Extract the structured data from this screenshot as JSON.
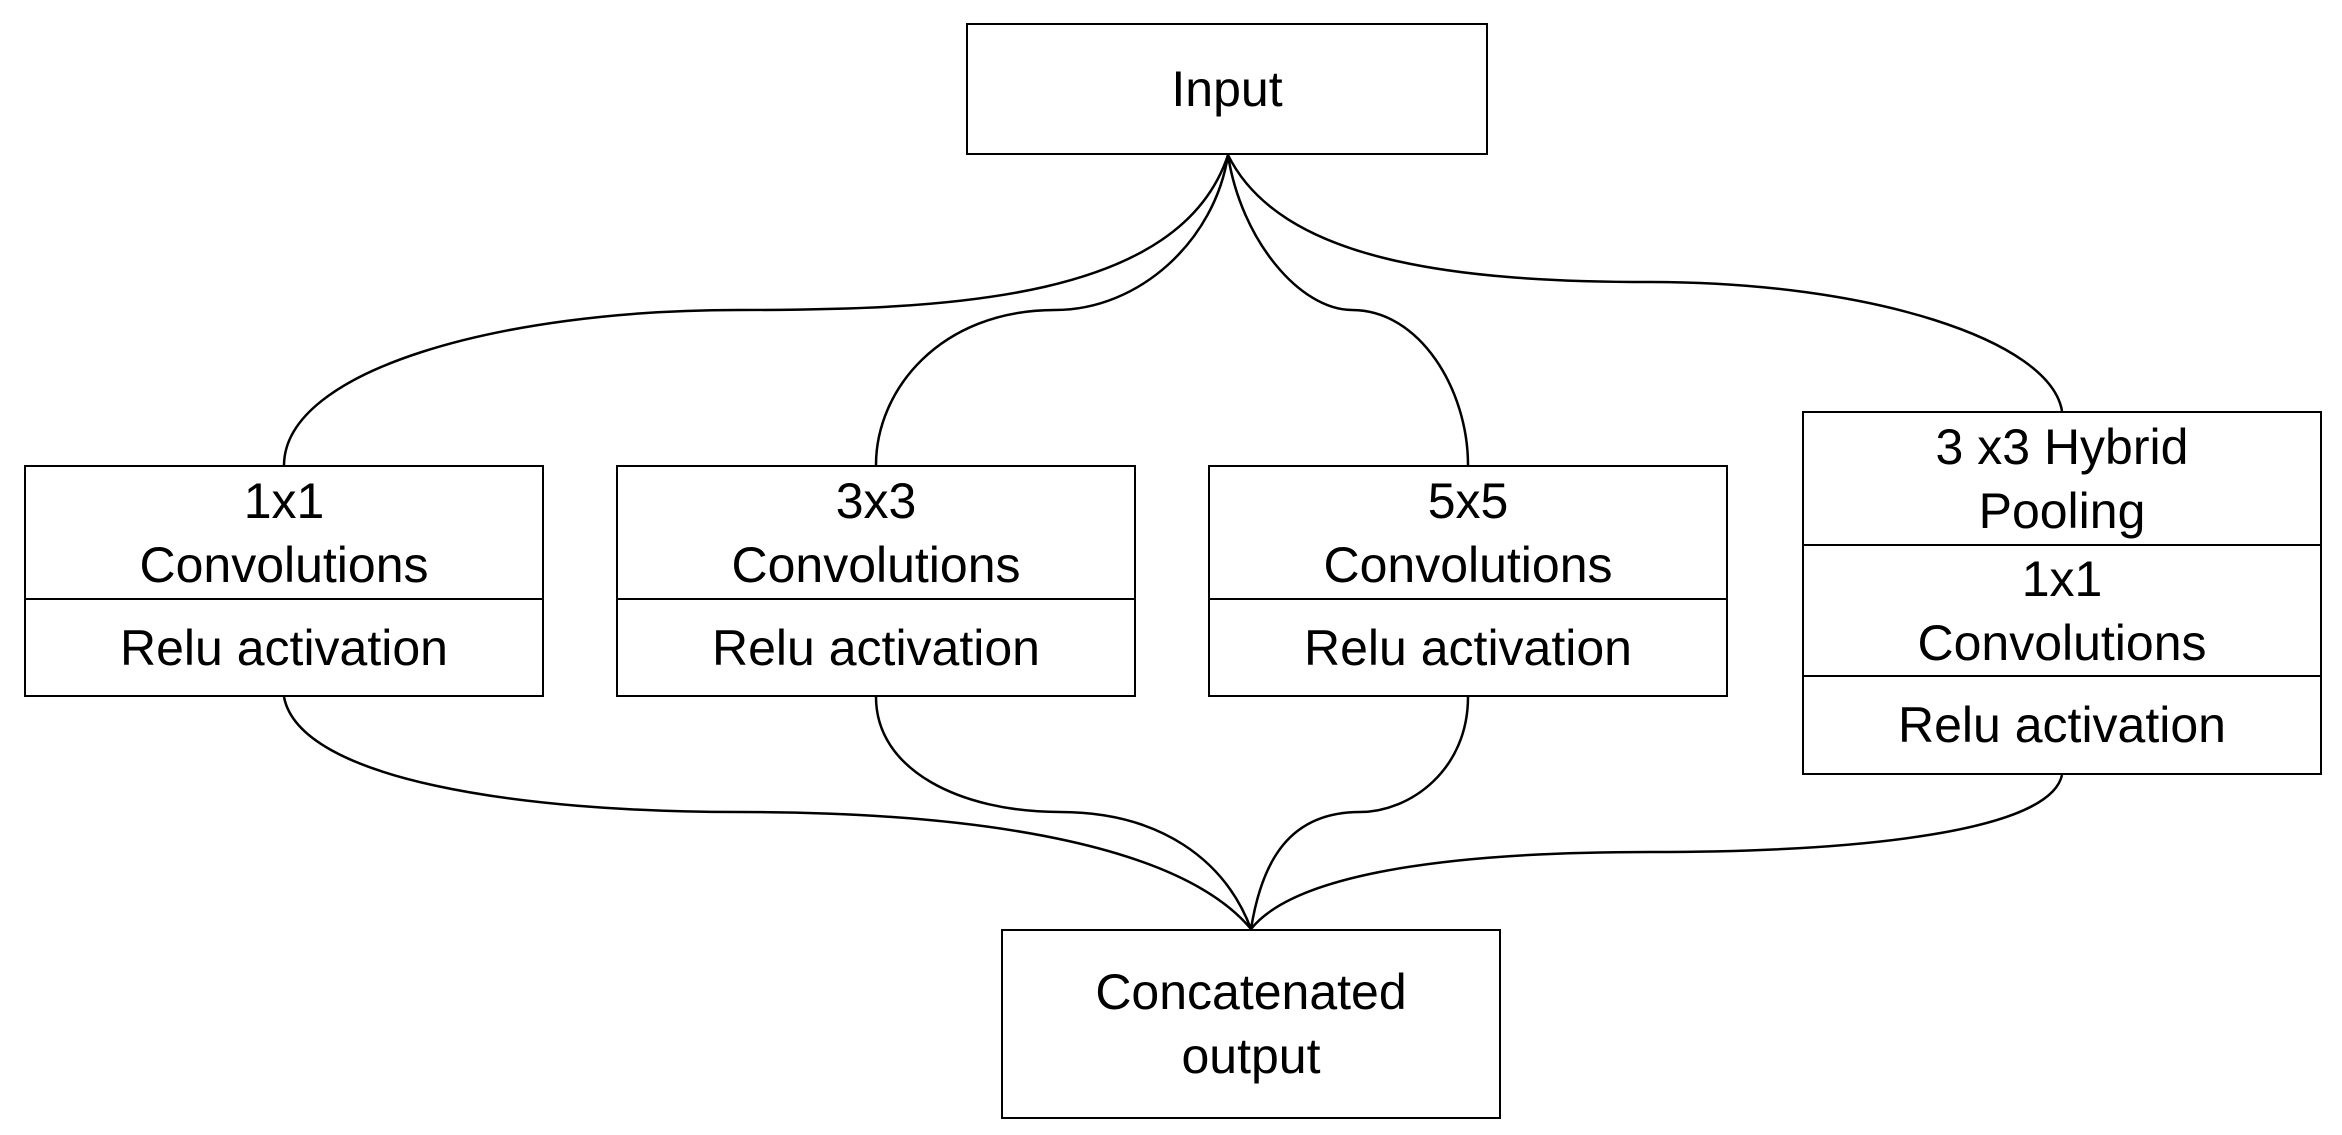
{
  "input": {
    "label": "Input"
  },
  "branches": [
    {
      "id": "conv1",
      "sections": [
        {
          "lines": [
            "1x1",
            "Convolutions"
          ]
        },
        {
          "lines": [
            "Relu activation"
          ]
        }
      ]
    },
    {
      "id": "conv3",
      "sections": [
        {
          "lines": [
            "3x3",
            "Convolutions"
          ]
        },
        {
          "lines": [
            "Relu activation"
          ]
        }
      ]
    },
    {
      "id": "conv5",
      "sections": [
        {
          "lines": [
            "5x5",
            "Convolutions"
          ]
        },
        {
          "lines": [
            "Relu activation"
          ]
        }
      ]
    },
    {
      "id": "pool",
      "sections": [
        {
          "lines": [
            "3 x3 Hybrid",
            "Pooling"
          ]
        },
        {
          "lines": [
            "1x1",
            "Convolutions"
          ]
        },
        {
          "lines": [
            "Relu activation"
          ]
        }
      ]
    }
  ],
  "output": {
    "lines": [
      "Concatenated",
      "output"
    ]
  },
  "colors": {
    "stroke": "#000000",
    "background": "#ffffff"
  }
}
